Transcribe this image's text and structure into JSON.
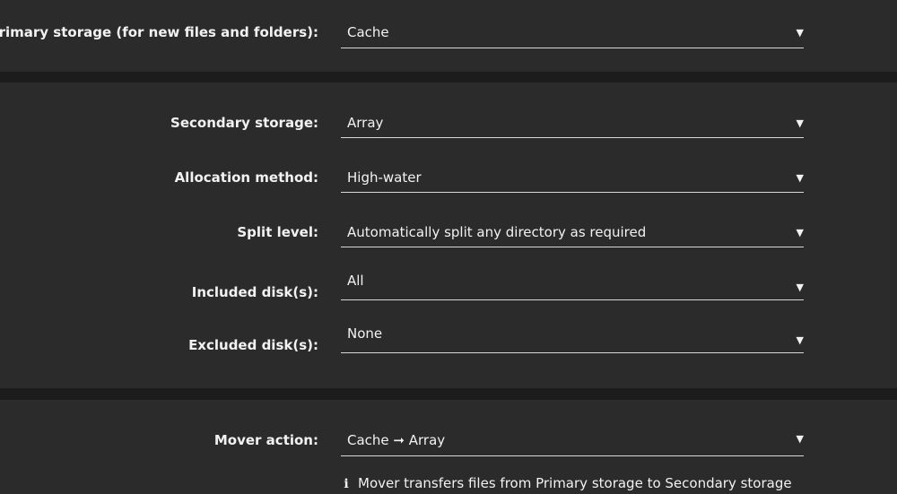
{
  "primary_section": {
    "primary_storage": {
      "label": "Primary storage (for new files and folders):",
      "value": "Cache"
    }
  },
  "array_section": {
    "secondary_storage": {
      "label": "Secondary storage:",
      "value": "Array"
    },
    "allocation_method": {
      "label": "Allocation method:",
      "value": "High-water"
    },
    "split_level": {
      "label": "Split level:",
      "value": "Automatically split any directory as required"
    },
    "included_disks": {
      "label": "Included disk(s):",
      "value": "All"
    },
    "excluded_disks": {
      "label": "Excluded disk(s):",
      "value": "None"
    }
  },
  "mover_section": {
    "mover_action": {
      "label": "Mover action:",
      "value": "Cache ➞ Array"
    },
    "info_text": "Mover transfers files from Primary storage to Secondary storage"
  },
  "icons": {
    "caret": "dropdown-caret-icon",
    "info": "info-icon"
  },
  "colors": {
    "background": "#1c1c1c",
    "panel": "#2b2b2b",
    "text": "#f2f2f2",
    "underline": "#d8d8d8"
  }
}
